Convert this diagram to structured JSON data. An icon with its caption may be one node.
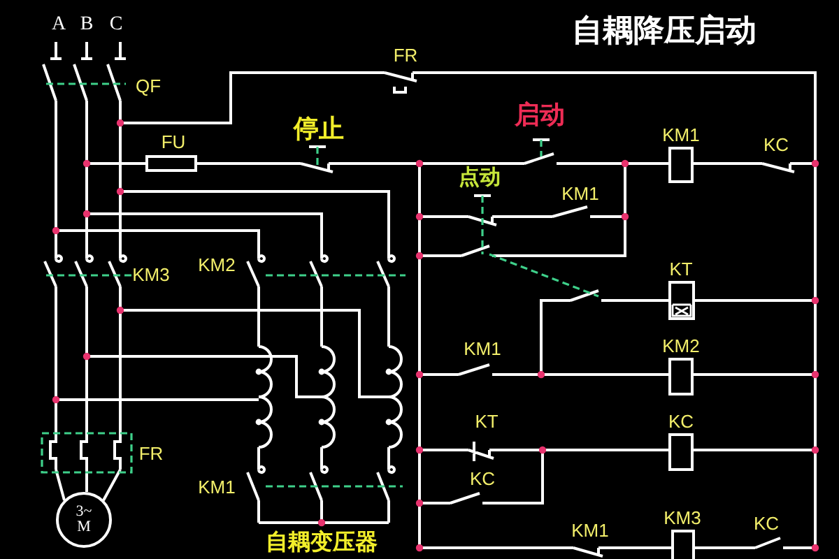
{
  "diagram": {
    "title": "自耦降压启动",
    "nodes": [
      {
        "text": [
          "KM1"
        ]
      },
      {
        "text": [
          "KT"
        ]
      },
      {
        "text": [
          "KM2"
        ]
      },
      {
        "text": [
          "KC"
        ]
      },
      {
        "text": [
          "KM3"
        ]
      },
      {
        "text": [
          "3~ M"
        ]
      }
    ],
    "labels": [
      "A",
      "B",
      "C",
      "FR",
      "QF",
      "停止",
      "启动",
      "FU",
      "KC",
      "点动",
      "KM1",
      "KM2",
      "KM3",
      "KM1",
      "KT",
      "FR",
      "KC",
      "KM1",
      "KC",
      "KM1",
      "自耦变压器"
    ]
  }
}
